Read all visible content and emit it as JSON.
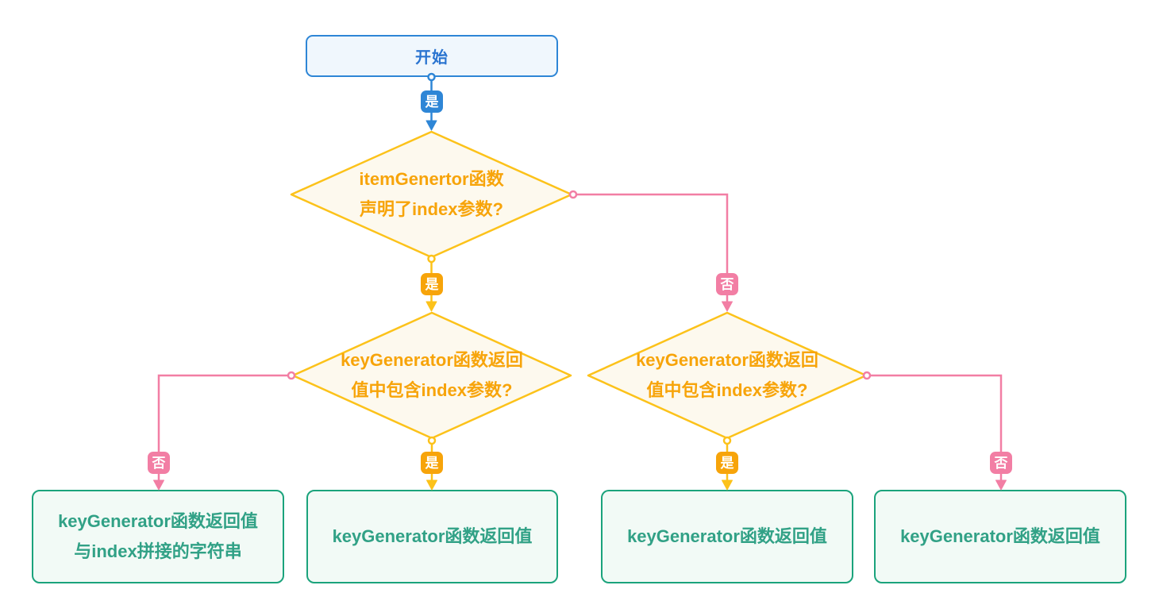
{
  "diagram": {
    "type": "flowchart",
    "nodes": {
      "start": {
        "label": "开始",
        "shape": "rounded-rect",
        "color": "#2e86d6"
      },
      "decision1": {
        "label": "itemGenertor函数\n声明了index参数?",
        "shape": "diamond",
        "color": "#f7a40a"
      },
      "decision2": {
        "label": "keyGenerator函数返回\n值中包含index参数?",
        "shape": "diamond",
        "color": "#f7a40a"
      },
      "decision3": {
        "label": "keyGenerator函数返回\n值中包含index参数?",
        "shape": "diamond",
        "color": "#f7a40a"
      },
      "result1": {
        "label": "keyGenerator函数返回值\n与index拼接的字符串",
        "shape": "rounded-rect",
        "color": "#31a186"
      },
      "result2": {
        "label": "keyGenerator函数返回值",
        "shape": "rounded-rect",
        "color": "#31a186"
      },
      "result3": {
        "label": "keyGenerator函数返回值",
        "shape": "rounded-rect",
        "color": "#31a186"
      },
      "result4": {
        "label": "keyGenerator函数返回值",
        "shape": "rounded-rect",
        "color": "#31a186"
      }
    },
    "edges": {
      "start_to_decision1": {
        "from": "start",
        "to": "decision1",
        "label": "是",
        "color": "#2e86d6"
      },
      "decision1_yes": {
        "from": "decision1",
        "to": "decision2",
        "label": "是",
        "color": "#f7a40a"
      },
      "decision1_no": {
        "from": "decision1",
        "to": "decision3",
        "label": "否",
        "color": "#f27ea4"
      },
      "decision2_no": {
        "from": "decision2",
        "to": "result1",
        "label": "否",
        "color": "#f27ea4"
      },
      "decision2_yes": {
        "from": "decision2",
        "to": "result2",
        "label": "是",
        "color": "#f7a40a"
      },
      "decision3_yes": {
        "from": "decision3",
        "to": "result3",
        "label": "是",
        "color": "#f7a40a"
      },
      "decision3_no": {
        "from": "decision3",
        "to": "result4",
        "label": "否",
        "color": "#f27ea4"
      }
    },
    "colors": {
      "blue": "#2e86d6",
      "gold_line": "#fcc21a",
      "orange_text": "#f7a40a",
      "pink": "#f27ea4",
      "green_border": "#1ba37c",
      "green_text": "#31a186",
      "start_bg": "#f0f7fd",
      "diamond_bg": "#fdf9ee",
      "result_bg": "#f2faf6",
      "background": "#ffffff"
    }
  }
}
